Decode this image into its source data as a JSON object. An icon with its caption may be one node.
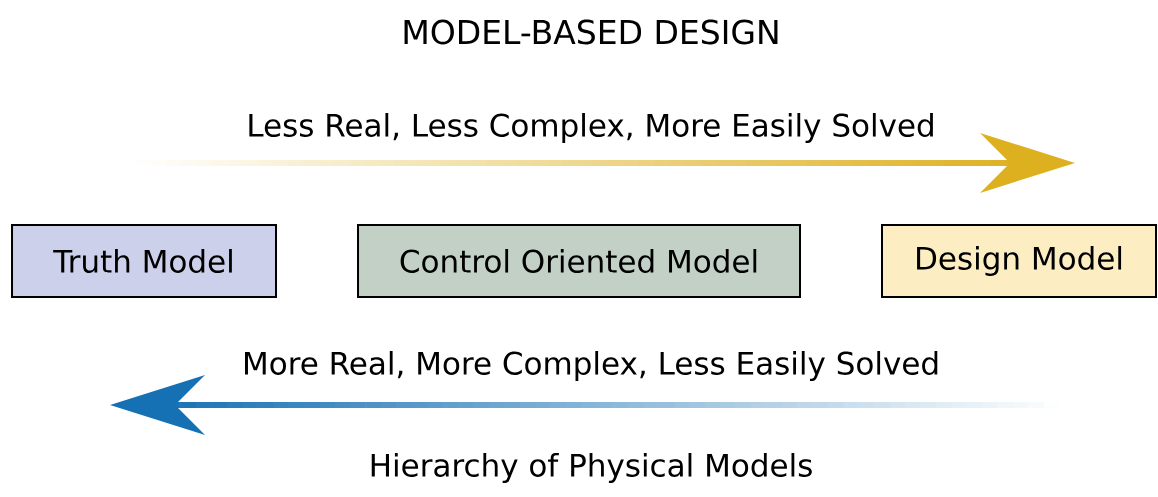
{
  "diagram": {
    "title": "MODEL-BASED DESIGN",
    "caption": "Hierarchy of Physical Models",
    "nodes": [
      {
        "text": [
          "Truth Model"
        ]
      },
      {
        "text": [
          "Control Oriented Model"
        ]
      },
      {
        "text": [
          "Design Model"
        ]
      }
    ],
    "labels": [
      "Less Real, Less Complex, More Easily Solved",
      "More Real, More Complex, Less Easily Solved"
    ]
  }
}
